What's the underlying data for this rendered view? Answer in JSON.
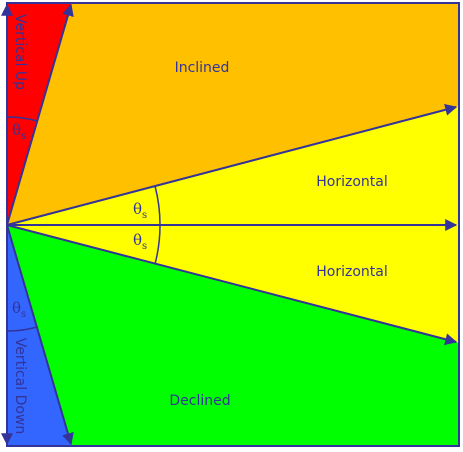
{
  "regions": {
    "vertical_up": {
      "label": "Vertical Up",
      "color": "#ff0000"
    },
    "inclined": {
      "label": "Inclined",
      "color": "#ffc000"
    },
    "horizontal_upper": {
      "label": "Horizontal",
      "color": "#ffff00"
    },
    "horizontal_lower": {
      "label": "Horizontal",
      "color": "#ffff00"
    },
    "declined": {
      "label": "Declined",
      "color": "#00ff00"
    },
    "vertical_down": {
      "label": "Vertical Down",
      "color": "#3366ff"
    }
  },
  "angle_labels": {
    "symbol": "θ",
    "subscript": "s"
  },
  "line_color": "#333399",
  "label_color": "#333399"
}
